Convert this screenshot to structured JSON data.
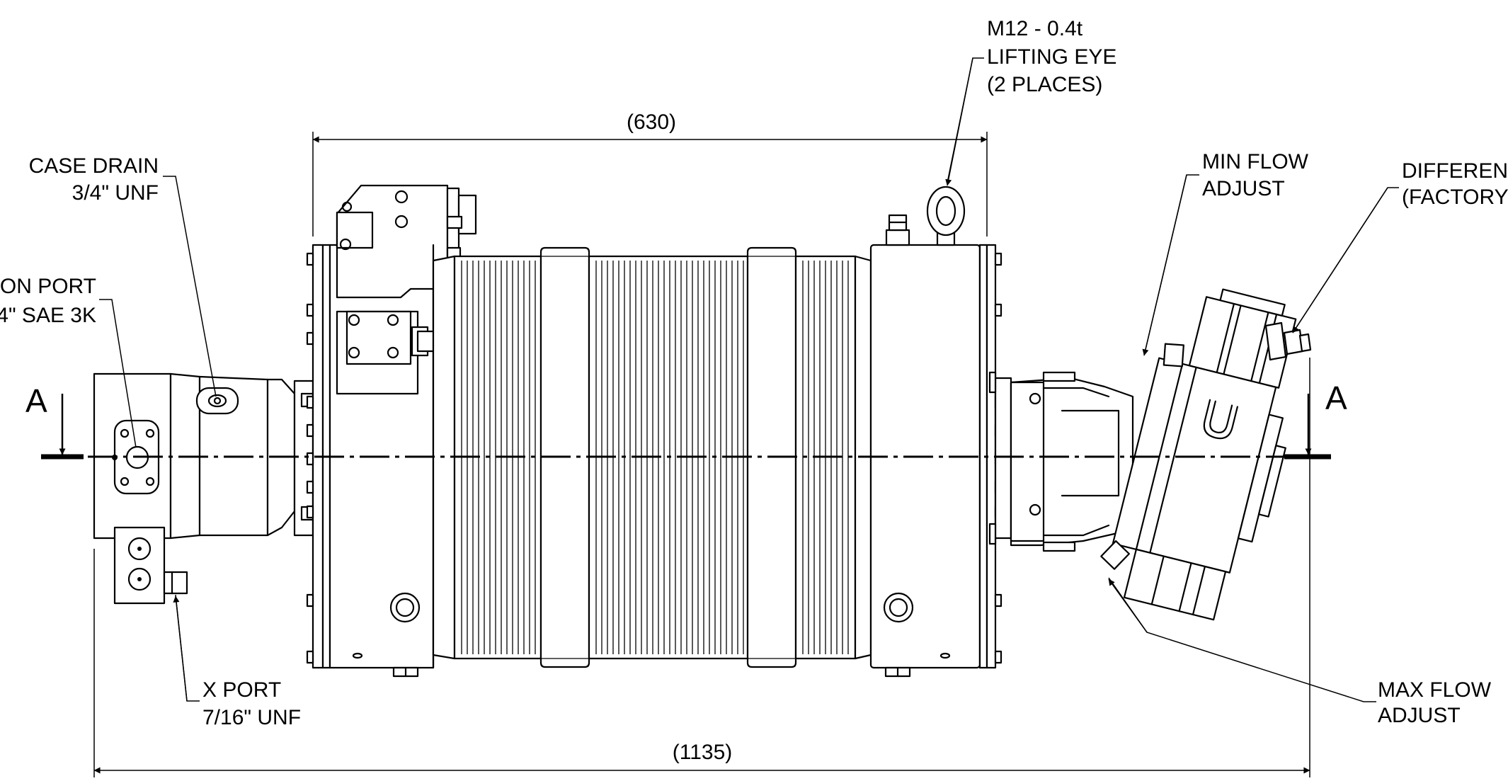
{
  "labels": {
    "lifting_eye": [
      "M12 - 0.4t",
      "LIFTING EYE",
      "(2 PLACES)"
    ],
    "case_drain": [
      "CASE DRAIN",
      "3/4\" UNF"
    ],
    "suction_port": [
      "ON PORT",
      "4\" SAE 3K"
    ],
    "min_flow": [
      "MIN FLOW",
      "ADJUST"
    ],
    "differential": [
      "DIFFEREN",
      "(FACTORY"
    ],
    "x_port": [
      "X PORT",
      "7/16\" UNF"
    ],
    "max_flow": [
      "MAX FLOW",
      "ADJUST"
    ]
  },
  "dimensions": {
    "top": "(630)",
    "bottom": "(1135)"
  },
  "section": {
    "left": "A",
    "right": "A"
  },
  "colors": {
    "line": "#000000",
    "background": "#ffffff"
  }
}
